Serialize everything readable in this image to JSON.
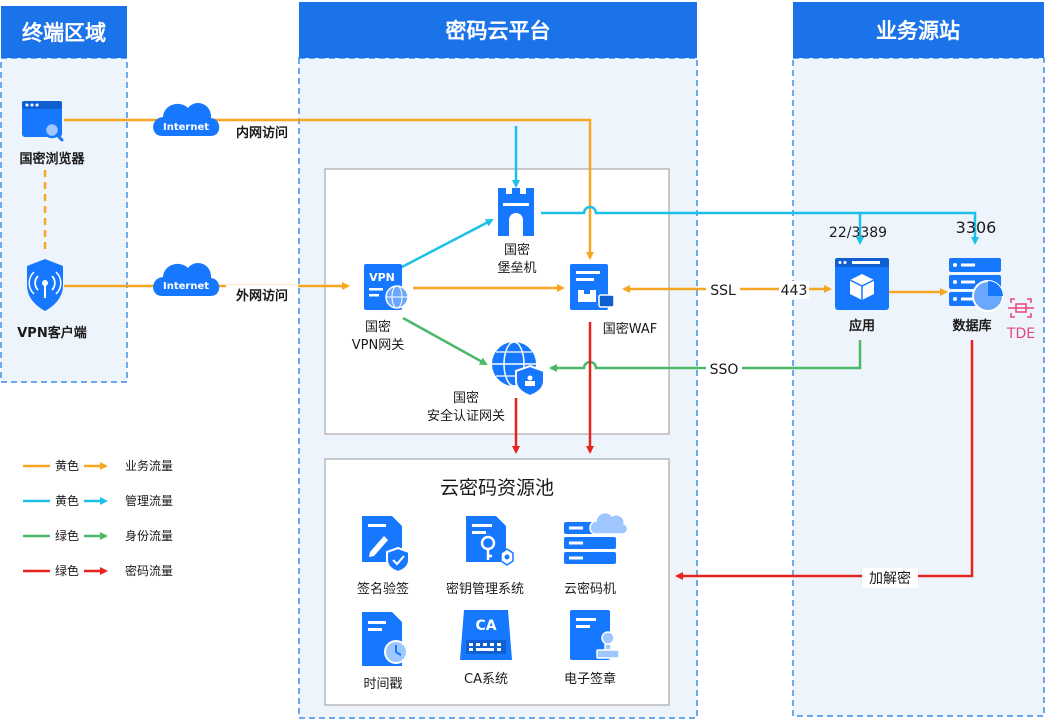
{
  "zones": {
    "terminal": "终端区域",
    "platform": "密码云平台",
    "source": "业务源站"
  },
  "nodes": {
    "browser": "国密浏览器",
    "vpn_client": "VPN客户端",
    "bastion": [
      "国密",
      "堡垒机"
    ],
    "vpn_gateway": [
      "国密",
      "VPN网关"
    ],
    "waf": "国密WAF",
    "auth_gateway": [
      "国密",
      "安全认证网关"
    ],
    "app": "应用",
    "database": "数据库",
    "tde": "TDE",
    "vpn_badge": "VPN",
    "ca_badge": "CA"
  },
  "clouds": {
    "internet1": "Internet",
    "internet2": "Internet"
  },
  "edge_labels": {
    "intranet": "内网访问",
    "extranet": "外网访问",
    "ssl": "SSL",
    "port443": "443",
    "port22": "22/3389",
    "port3306": "3306",
    "sso": "SSO",
    "encdec": "加解密"
  },
  "pool": {
    "title": "云密码资源池",
    "items": [
      "签名验签",
      "密钥管理系统",
      "云密码机",
      "时间戳",
      "CA系统",
      "电子签章"
    ]
  },
  "legend": [
    {
      "color_name": "黄色",
      "flow": "业务流量",
      "color": "#f5a623"
    },
    {
      "color_name": "黄色",
      "flow": "管理流量",
      "color": "#1cc0e8"
    },
    {
      "color_name": "绿色",
      "flow": "身份流量",
      "color": "#4cb86a"
    },
    {
      "color_name": "绿色",
      "flow": "密码流量",
      "color": "#e8231e"
    }
  ],
  "colors": {
    "header_blue": "#1a73e8",
    "icon_blue": "#1677ff",
    "business": "#f5a623",
    "management": "#1cc0e8",
    "identity": "#4cb86a",
    "crypto": "#e8231e",
    "zone_bg": "#eef4fc",
    "zone_border": "#3d8ee8",
    "tde": "#e8457a"
  }
}
